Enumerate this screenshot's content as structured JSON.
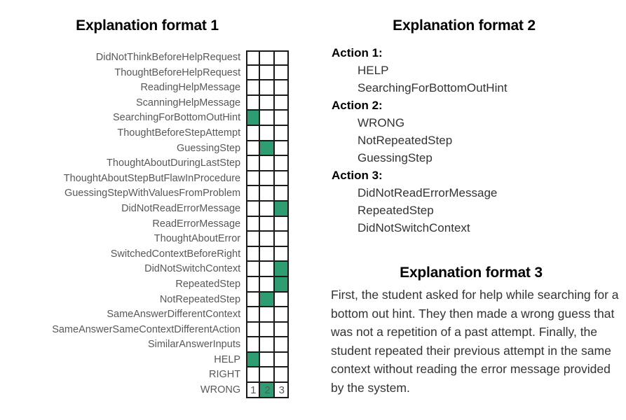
{
  "format1": {
    "title": "Explanation format 1",
    "row_labels": [
      "DidNotThinkBeforeHelpRequest",
      "ThoughtBeforeHelpRequest",
      "ReadingHelpMessage",
      "ScanningHelpMessage",
      "SearchingForBottomOutHint",
      "ThoughtBeforeStepAttempt",
      "GuessingStep",
      "ThoughtAboutDuringLastStep",
      "ThoughtAboutStepButFlawInProcedure",
      "GuessingStepWithValuesFromProblem",
      "DidNotReadErrorMessage",
      "ReadErrorMessage",
      "ThoughtAboutError",
      "SwitchedContextBeforeRight",
      "DidNotSwitchContext",
      "RepeatedStep",
      "NotRepeatedStep",
      "SameAnswerDifferentContext",
      "SameAnswerSameContextDifferentAction",
      "SimilarAnswerInputs",
      "HELP",
      "RIGHT",
      "WRONG"
    ],
    "column_labels": [
      "1",
      "2",
      "3"
    ],
    "filled_color": "#2e9e72",
    "empty_color": "#ffffff",
    "grid_line_color": "#1a1a1a"
  },
  "chart_data": {
    "type": "heatmap",
    "title": "Explanation format 1",
    "xlabel": "",
    "ylabel": "",
    "categories": [
      "1",
      "2",
      "3"
    ],
    "rows": [
      "DidNotThinkBeforeHelpRequest",
      "ThoughtBeforeHelpRequest",
      "ReadingHelpMessage",
      "ScanningHelpMessage",
      "SearchingForBottomOutHint",
      "ThoughtBeforeStepAttempt",
      "GuessingStep",
      "ThoughtAboutDuringLastStep",
      "ThoughtAboutStepButFlawInProcedure",
      "GuessingStepWithValuesFromProblem",
      "DidNotReadErrorMessage",
      "ReadErrorMessage",
      "ThoughtAboutError",
      "SwitchedContextBeforeRight",
      "DidNotSwitchContext",
      "RepeatedStep",
      "NotRepeatedStep",
      "SameAnswerDifferentContext",
      "SameAnswerSameContextDifferentAction",
      "SimilarAnswerInputs",
      "HELP",
      "RIGHT",
      "WRONG"
    ],
    "values": [
      [
        0,
        0,
        0
      ],
      [
        0,
        0,
        0
      ],
      [
        0,
        0,
        0
      ],
      [
        0,
        0,
        0
      ],
      [
        1,
        0,
        0
      ],
      [
        0,
        0,
        0
      ],
      [
        0,
        1,
        0
      ],
      [
        0,
        0,
        0
      ],
      [
        0,
        0,
        0
      ],
      [
        0,
        0,
        0
      ],
      [
        0,
        0,
        1
      ],
      [
        0,
        0,
        0
      ],
      [
        0,
        0,
        0
      ],
      [
        0,
        0,
        0
      ],
      [
        0,
        0,
        1
      ],
      [
        0,
        0,
        1
      ],
      [
        0,
        1,
        0
      ],
      [
        0,
        0,
        0
      ],
      [
        0,
        0,
        0
      ],
      [
        0,
        0,
        0
      ],
      [
        1,
        0,
        0
      ],
      [
        0,
        0,
        0
      ],
      [
        0,
        1,
        0
      ]
    ],
    "legend": [],
    "grid": true
  },
  "format2": {
    "title": "Explanation format 2",
    "actions": [
      {
        "heading": "Action 1:",
        "items": [
          "HELP",
          "SearchingForBottomOutHint"
        ]
      },
      {
        "heading": "Action 2:",
        "items": [
          "WRONG",
          "NotRepeatedStep",
          "GuessingStep"
        ]
      },
      {
        "heading": "Action 3:",
        "items": [
          "DidNotReadErrorMessage",
          "RepeatedStep",
          "DidNotSwitchContext"
        ]
      }
    ]
  },
  "format3": {
    "title": "Explanation format 3",
    "body": "First, the student asked for help while searching for a bottom out hint. They then made a wrong guess that was not a repetition of a past attempt. Finally, the student repeated their previous attempt in the same context without reading the error message provided by the system."
  }
}
